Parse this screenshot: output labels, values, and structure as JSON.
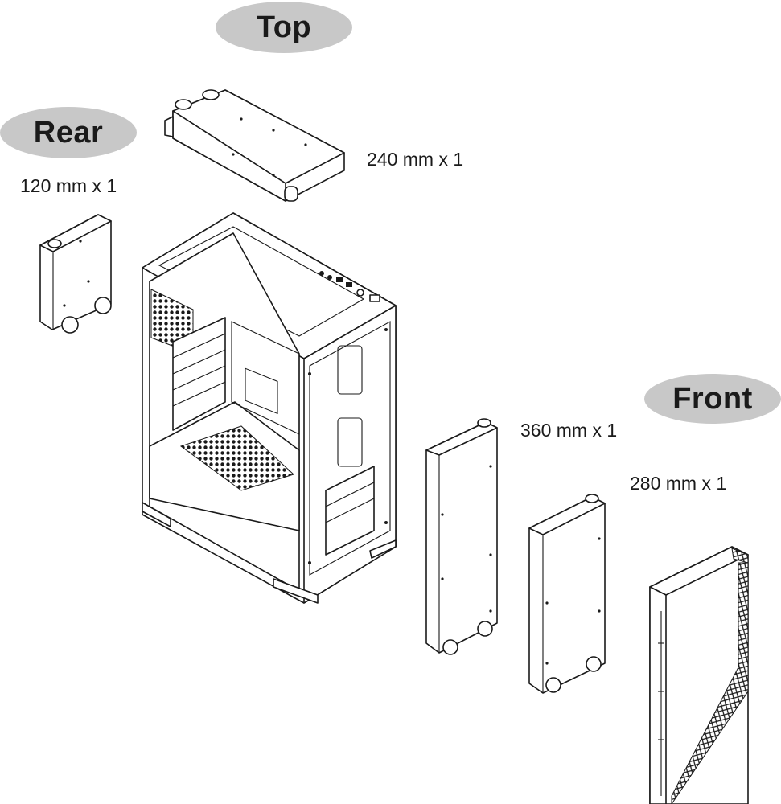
{
  "labels": {
    "top": "Top",
    "rear": "Rear",
    "front": "Front"
  },
  "specs": {
    "top_radiator": "240 mm x 1",
    "rear_radiator": "120 mm x 1",
    "front_radiator_large": "360 mm x 1",
    "front_radiator_small": "280 mm x 1"
  },
  "colors": {
    "pill_fill": "#c8c8c8",
    "line": "#1a1a1a"
  }
}
